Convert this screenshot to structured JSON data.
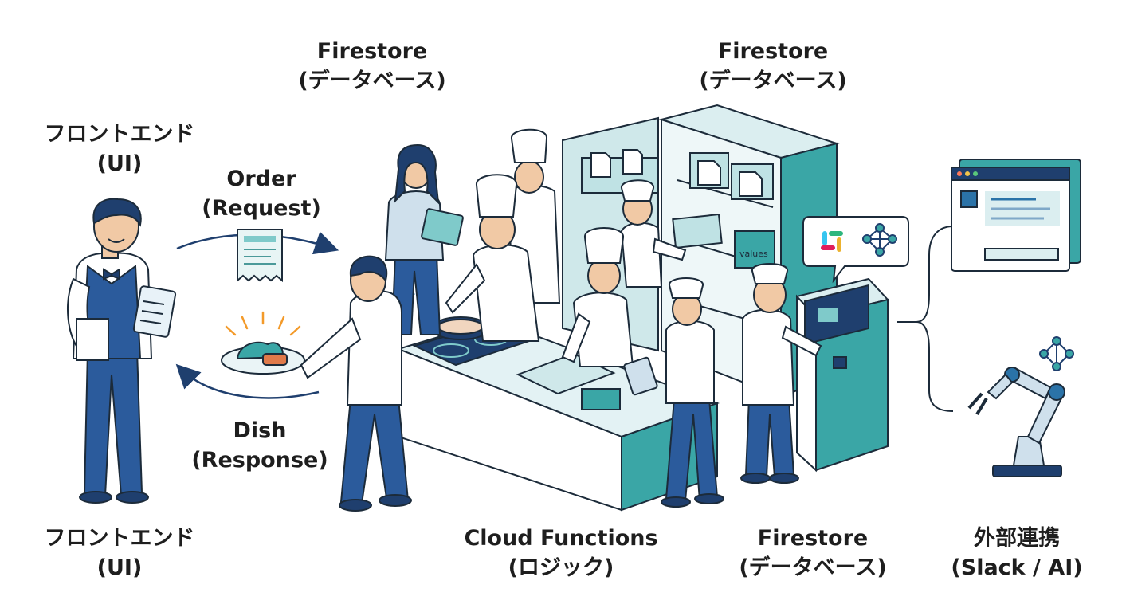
{
  "labels": {
    "frontend_top": {
      "line1": "フロントエンド",
      "line2": "(UI)"
    },
    "frontend_bottom": {
      "line1": "フロントエンド",
      "line2": "(UI)"
    },
    "order": {
      "line1": "Order",
      "line2": "(Request)"
    },
    "dish": {
      "line1": "Dish",
      "line2": "(Response)"
    },
    "firestore_top_left": {
      "line1": "Firestore",
      "line2": "(データベース)"
    },
    "firestore_top_right": {
      "line1": "Firestore",
      "line2": "(データベース)"
    },
    "firestore_bottom": {
      "line1": "Firestore",
      "line2": "(データベース)"
    },
    "cloud_functions": {
      "line1": "Cloud Functions",
      "line2": "(ロジック)"
    },
    "external": {
      "line1": "外部連携",
      "line2": "(Slack / AI)"
    },
    "container_tag": "values"
  },
  "colors": {
    "navy": "#1f3f6e",
    "teal": "#3aa6a6",
    "light_teal": "#dbeef0",
    "skin": "#f1c9a5",
    "orange": "#f39a2a",
    "outline": "#1c2b3a"
  },
  "icons": [
    "waiter-figure",
    "notepad-icon",
    "receipt-icon",
    "dish-icon",
    "refrigerator",
    "chef-figure",
    "kiosk-terminal",
    "slack-icon",
    "ai-network-icon",
    "browser-window-icon",
    "robot-arm-icon"
  ]
}
